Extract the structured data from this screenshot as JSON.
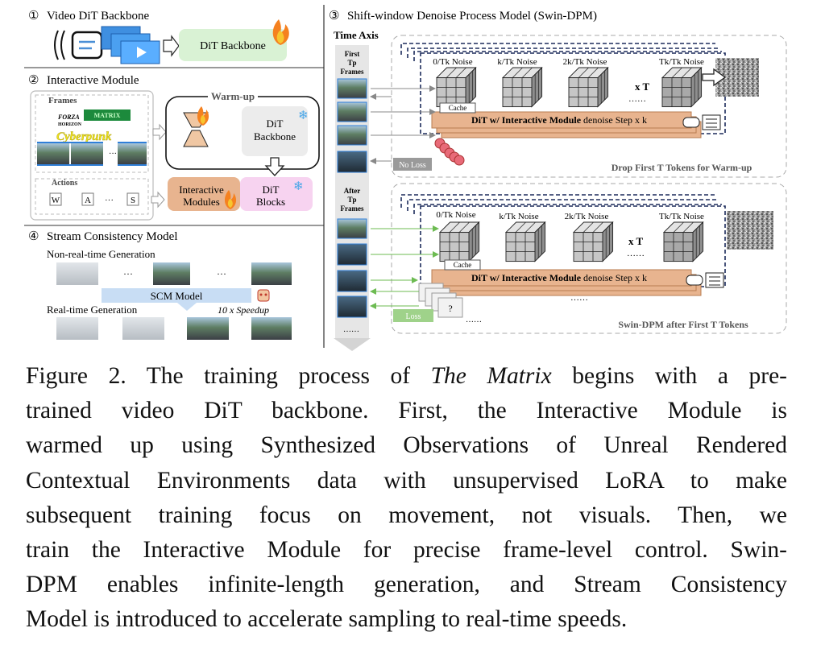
{
  "panels": {
    "p1": {
      "num": "①",
      "title": "Video DiT Backbone",
      "backbone": "DiT Backbone"
    },
    "p2": {
      "num": "②",
      "title": "Interactive Module",
      "frames_label": "Frames",
      "forza": "FORZA",
      "forza_sub": "HORIZON",
      "cyberpunk": "Cyberpunk",
      "ellipsis": "···",
      "actions_label": "Actions",
      "keys": [
        "W",
        "A",
        "···",
        "S"
      ],
      "warmup": "Warm-up",
      "dit_backbone_1": "DiT",
      "dit_backbone_2": "Backbone",
      "im_1": "Interactive",
      "im_2": "Modules",
      "dit_blocks_1": "DiT",
      "dit_blocks_2": "Blocks"
    },
    "p3": {
      "num": "③",
      "title": "Shift-window Denoise Process Model (Swin-DPM)",
      "time_axis": "Time Axis",
      "first_tp": [
        "First",
        "Tp",
        "Frames"
      ],
      "after_tp": [
        "After",
        "Tp",
        "Frames"
      ],
      "noise_top": [
        "0/Tk Noise",
        "k/Tk Noise",
        "2k/Tk Noise",
        "Tk/Tk Noise"
      ],
      "noise_bottom": [
        "0/Tk Noise",
        "k/Tk Noise",
        "2k/Tk Noise",
        "Tk/Tk Noise"
      ],
      "xT": "x T",
      "dots": "……",
      "cache": "Cache",
      "denoise_bold": "DiT w/ Interactive Module",
      "denoise_rest": " denoise Step x k",
      "no_loss": "No Loss",
      "loss": "Loss",
      "question": "?",
      "drop_label": "Drop First T Tokens for Warm-up",
      "after_label": "Swin-DPM after First T Tokens"
    },
    "p4": {
      "num": "④",
      "title": "Stream Consistency Model",
      "nonrt": "Non-real-time Generation",
      "scm": "SCM Model",
      "rt": "Real-time Generation",
      "speedup": "10 x Speedup",
      "ellipsis": "···"
    }
  },
  "caption": {
    "lines": [
      {
        "pre": "Figure 2.  The training process of ",
        "em": "The Matrix",
        "post": " begins with a pre-"
      },
      {
        "text": "trained video DiT backbone.  First, the Interactive Module is"
      },
      {
        "text": "warmed up using Synthesized Observations of Unreal Rendered"
      },
      {
        "text": "Contextual Environments data with unsupervised LoRA to make"
      },
      {
        "text": "subsequent training focus on movement, not visuals.  Then, we"
      },
      {
        "text": "train the Interactive Module for precise frame-level control. Swin-"
      },
      {
        "text": "DPM enables infinite-length generation, and Stream Consistency"
      },
      {
        "text": "Model is introduced to accelerate sampling to real-time speeds."
      }
    ]
  },
  "colors": {
    "accent_orange": "#e8b48f",
    "dit_green": "#d9f2d4",
    "dit_pink": "#f7d3f0",
    "scm_blue": "#c8ddf4",
    "loss_green": "#9fd28a",
    "noloss_gray": "#9a9a9a",
    "drop_red": "#e86a78"
  }
}
